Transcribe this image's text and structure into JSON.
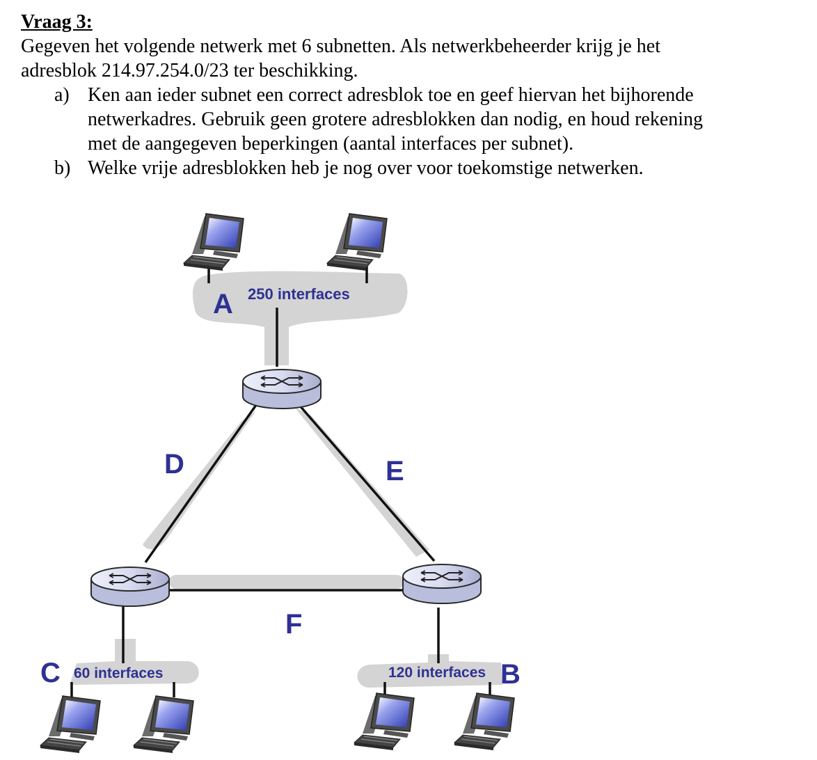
{
  "question": {
    "title": "Vraag 3:",
    "intro_line1": "Gegeven het volgende netwerk met 6 subnetten. Als netwerkbeheerder krijg je het",
    "intro_line2": "adresblok 214.97.254.0/23 ter beschikking.",
    "items": [
      {
        "marker": "a)",
        "lines": [
          "Ken aan ieder subnet een correct adresblok toe en geef hiervan het bijhorende",
          "netwerkadres. Gebruik geen grotere adresblokken dan nodig, en houd rekening",
          "met de aangegeven beperkingen (aantal interfaces per subnet)."
        ]
      },
      {
        "marker": "b)",
        "lines": [
          "Welke vrije adresblokken heb je nog over voor toekomstige netwerken."
        ]
      }
    ]
  },
  "diagram": {
    "subnets": {
      "A": {
        "letter": "A",
        "label": "250 interfaces"
      },
      "B": {
        "letter": "B",
        "label": "120 interfaces"
      },
      "C": {
        "letter": "C",
        "label": "60 interfaces"
      },
      "D": {
        "letter": "D"
      },
      "E": {
        "letter": "E"
      },
      "F": {
        "letter": "F"
      }
    },
    "colors": {
      "label": "#2e3192",
      "subnet_shading": "#d4d4d4",
      "router": "#d8dbf0",
      "screen": "#4d59c6"
    },
    "icons": [
      "router-icon",
      "computer-icon"
    ]
  }
}
